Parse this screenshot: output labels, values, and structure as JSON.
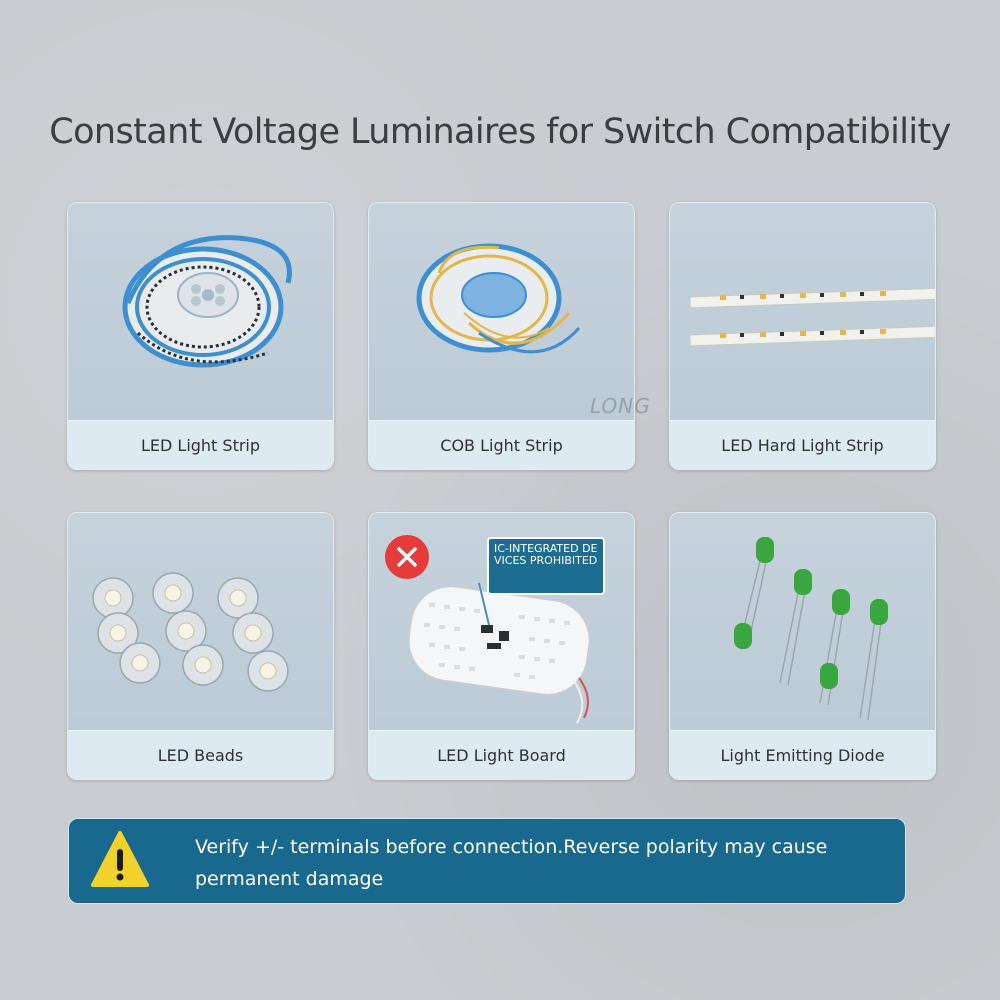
{
  "title": "Constant Voltage Luminaires for Switch Compatibility",
  "watermark": "LONG",
  "cards": [
    {
      "caption": "LED Light Strip",
      "icon": "led-light-strip-reel"
    },
    {
      "caption": "COB Light Strip",
      "icon": "cob-light-strip-reel"
    },
    {
      "caption": "LED Hard Light Strip",
      "icon": "led-hard-light-bar"
    },
    {
      "caption": "LED Beads",
      "icon": "led-bead-stars"
    },
    {
      "caption": "LED Light Board",
      "icon": "led-light-board",
      "prohibited_note": "IC-INTEGRATED DEVICES PROHIBITED",
      "prohibited_icon": "red-x-icon"
    },
    {
      "caption": "Light Emitting Diode",
      "icon": "green-led-diodes"
    }
  ],
  "warning": {
    "icon": "warning-triangle-icon",
    "text": "Verify +/- terminals before connection.Reverse polarity may cause permanent damage"
  },
  "colors": {
    "banner": "#19698f",
    "warning_yellow": "#f3d12b",
    "prohibited_red": "#e53b3b",
    "caption_bg": "#ddeaf1"
  }
}
